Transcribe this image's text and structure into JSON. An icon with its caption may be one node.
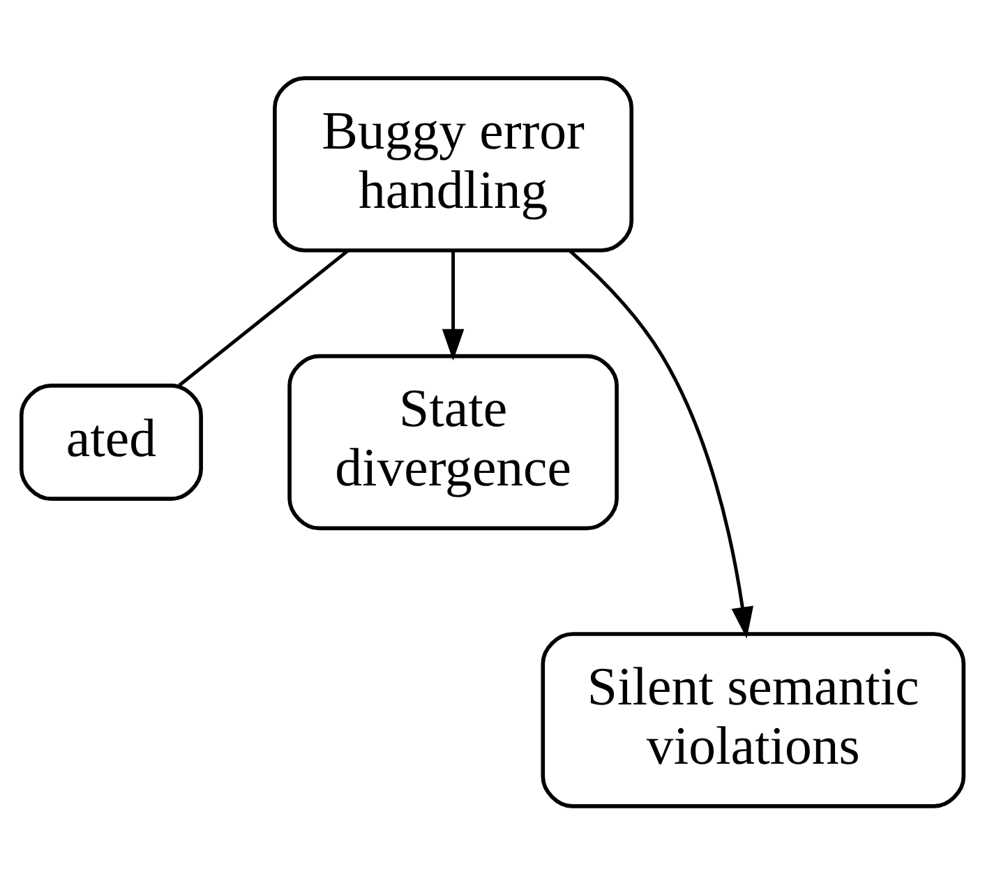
{
  "diagram": {
    "nodes": [
      {
        "text": [
          "Buggy error handling"
        ]
      },
      {
        "text": [
          "ated"
        ]
      },
      {
        "text": [
          "State divergence"
        ]
      },
      {
        "text": [
          "Silent semantic violations"
        ]
      }
    ],
    "edges": [
      {
        "from": 0,
        "to": 1,
        "arrow": "none"
      },
      {
        "from": 0,
        "to": 3,
        "arrow": "to"
      },
      {
        "from": 0,
        "to": 2,
        "arrow": "to"
      }
    ]
  }
}
